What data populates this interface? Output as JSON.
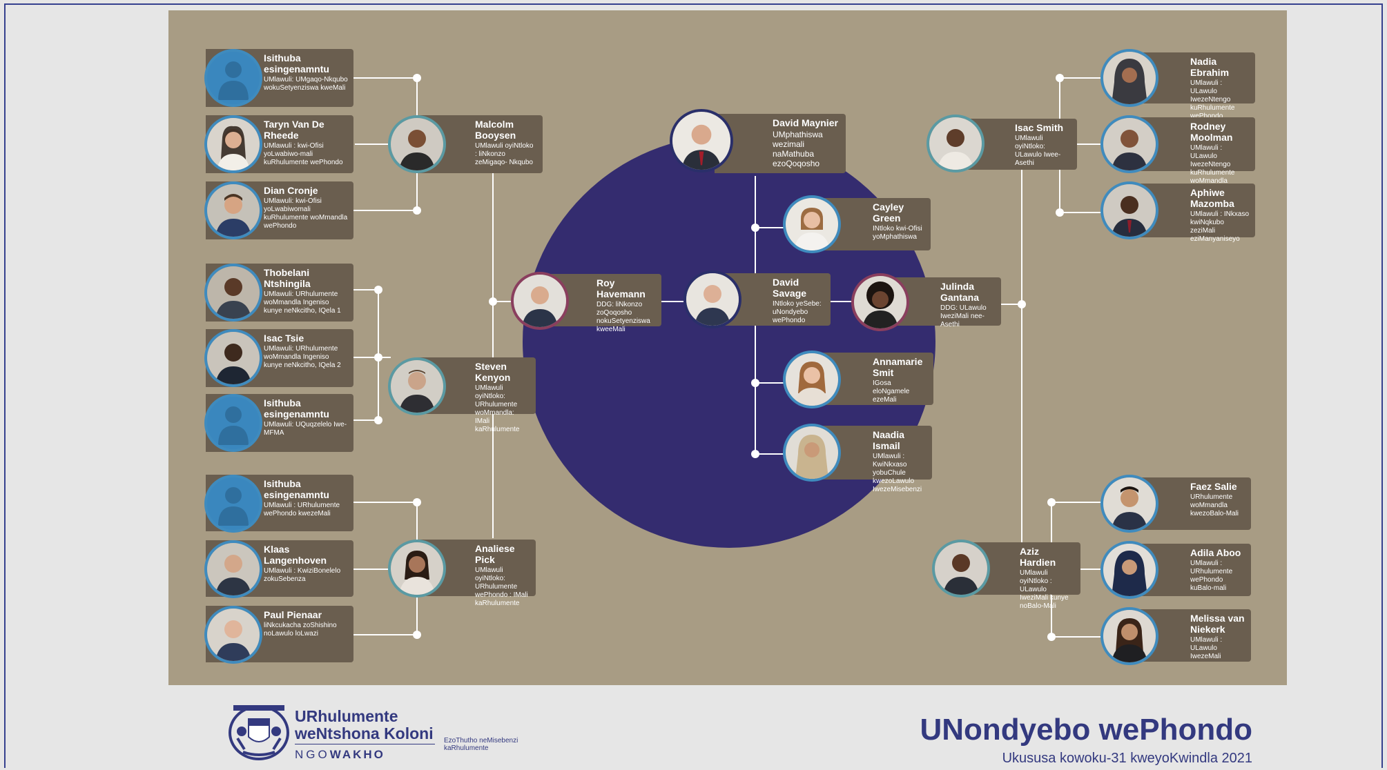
{
  "people": {
    "p1": {
      "name": "Isithuba esingenamntu",
      "role": "UMlawuli: UMgaqo-Nkqubo wokuSetyenziswa kweMali"
    },
    "p2": {
      "name": "Taryn Van De Rheede",
      "role": "UMlawuli : kwi-Ofisi yoLwabiwo-mali kuRhulumente wePhondo"
    },
    "p3": {
      "name": "Dian Cronje",
      "role": "UMlawuli: kwi-Ofisi yoLwabiwomali kuRhulumente woMmandla wePhondo"
    },
    "p4": {
      "name": "Malcolm Booysen",
      "role": "UMlawuli oyiNtloko : liNkonzo zeMigaqo- Nkqubo"
    },
    "p5": {
      "name": "Thobelani Ntshingila",
      "role": "UMlawuli: URhulumente woMmandla Ingeniso kunye neNkcitho, IQela 1"
    },
    "p6": {
      "name": "Isac Tsie",
      "role": "UMlawuli: URhulumente woMmandla Ingeniso kunye neNkcitho, IQela 2"
    },
    "p7": {
      "name": "Isithuba esingenamntu",
      "role": "UMlawuli: UQuqzelelo Iwe-MFMA"
    },
    "p8": {
      "name": "Steven Kenyon",
      "role": "UMlawuli oyiNtloko: URhulumente woMmandla: IMali kaRhulumente"
    },
    "p9": {
      "name": "Isithuba esingenamntu",
      "role": "UMlawuli : URhulumente wePhondo kwezeMali"
    },
    "p10": {
      "name": "Klaas Langenhoven",
      "role": "UMlawuli : KwiziBonelelo zokuSebenza"
    },
    "p11": {
      "name": "Paul Pienaar",
      "role": "liNkcukacha zoShishino noLawulo loLwazi"
    },
    "p12": {
      "name": "Analiese Pick",
      "role": "UMlawuli oyiNtloko: URhulumente wePhondo : IMali kaRhulumente"
    },
    "p13": {
      "name": "Roy Havemann",
      "role": "DDG: liNkonzo zoQoqosho nokuSetyenziswa kweeMali"
    },
    "p14": {
      "name": "David Maynier",
      "role": "UMphathiswa wezimali naMathuba ezoQoqosho"
    },
    "p15": {
      "name": "Cayley Green",
      "role": "INtloko kwi-Ofisi yoMphathiswa"
    },
    "p16": {
      "name": "David Savage",
      "role": "INtloko yeSebe: uNondyebo wePhondo"
    },
    "p17": {
      "name": "Julinda Gantana",
      "role": "DDG: ULawulo IweziMali nee-Asethi"
    },
    "p18": {
      "name": "Annamarie Smit",
      "role": "IGosa eloNgamele ezeMali"
    },
    "p19": {
      "name": "Naadia Ismail",
      "role": "UMlawuli : KwiNkxaso yobuChule kwezoLawulo IwezeMisebenzi"
    },
    "p20": {
      "name": "Isac Smith",
      "role": "UMlawuli oyiNtloko: ULawulo Iwee-Asethi"
    },
    "p21": {
      "name": "Nadia Ebrahim",
      "role": "UMlawuli : ULawulo IwezeNtengo kuRhulumente wePhondo"
    },
    "p22": {
      "name": "Rodney Moolman",
      "role": "UMlawuli : ULawulo IwezeNtengo kuRhulumente woMmandla"
    },
    "p23": {
      "name": "Aphiwe Mazomba",
      "role": "UMlawuli : INkxaso kwiNqkubo zeziMali eziManyaniseyo"
    },
    "p24": {
      "name": "Aziz Hardien",
      "role": "UMlawuli oyiNtloko : ULawulo IweziMali kunye noBalo-Mali"
    },
    "p25": {
      "name": "Faez Salie",
      "role": "URhulumente woMmandla kwezoBalo-Mali"
    },
    "p26": {
      "name": "Adila Aboo",
      "role": "UMlawuli : URhulumente wePhondo kuBalo-mali"
    },
    "p27": {
      "name": "Melissa van Niekerk",
      "role": "UMlawuli : ULawulo IwezeMali"
    }
  },
  "footer": {
    "gov_line1": "URhulumente",
    "gov_line2": "weNtshona Koloni",
    "tag_a": "NGO",
    "tag_b": "WAKHO",
    "dept": "EzoThutho neMisebenzi kaRhulumente",
    "title": "UNondyebo wePhondo",
    "subtitle": "Ukususa kowoku-31 kweyoKwindla 2021"
  },
  "colors": {
    "panel": "#a89c84",
    "circle": "#342c6f",
    "card": "#6a5e4f",
    "ring_blue": "#3f8bbe",
    "brand_navy": "#33397f"
  }
}
